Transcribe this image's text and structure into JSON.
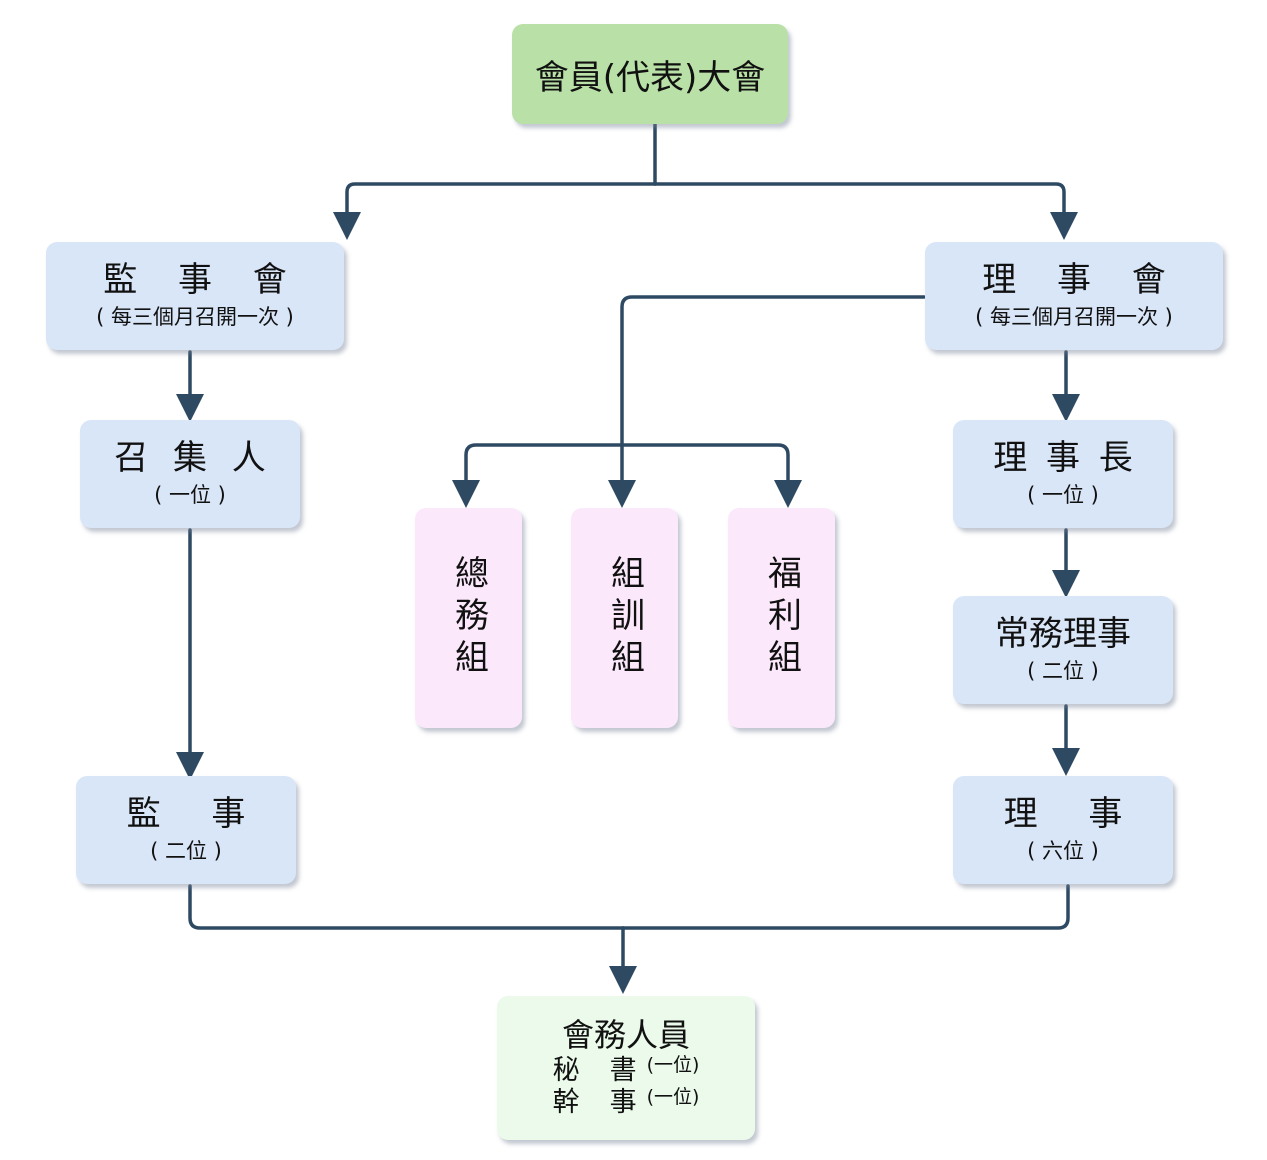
{
  "assembly": {
    "label": "會員(代表)大會"
  },
  "supervisors_board": {
    "label": "監 事 會",
    "note": "( 每三個月召開一次 )"
  },
  "directors_board": {
    "label": "理 事 會",
    "note": "( 每三個月召開一次 )"
  },
  "convener": {
    "label": "召 集 人",
    "note": "( 一位 )"
  },
  "supervisor": {
    "label": "監 事",
    "note": "( 二位 )"
  },
  "chairman": {
    "label": "理 事 長",
    "note": "( 一位 )"
  },
  "executive_directors": {
    "label": "常務理事",
    "note": "( 二位 )"
  },
  "director": {
    "label": "理 事",
    "note": "( 六位 )"
  },
  "groups": [
    {
      "label": "總務組"
    },
    {
      "label": "組訓組"
    },
    {
      "label": "福利組"
    }
  ],
  "staff": {
    "label": "會務人員",
    "rows": [
      {
        "role": "秘書",
        "count": "(一位)"
      },
      {
        "role": "幹事",
        "count": "(一位)"
      }
    ]
  },
  "colors": {
    "assembly": "#b9e1a7",
    "board": "#d9e6f8",
    "group": "#fbe9fb",
    "staff": "#ebfaeb",
    "connector": "#2e4a63"
  }
}
